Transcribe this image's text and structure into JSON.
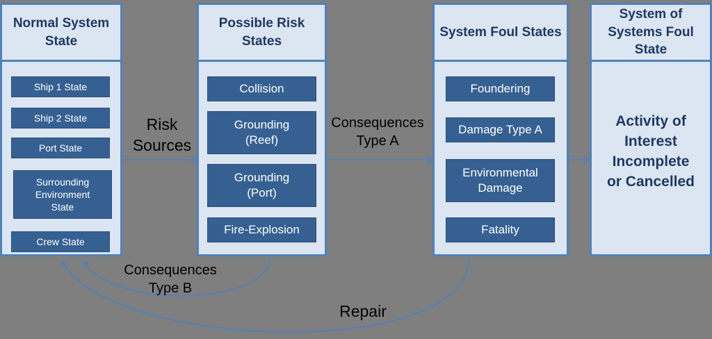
{
  "columns": {
    "normal": {
      "title": "Normal System State",
      "items": [
        "Ship 1 State",
        "Ship 2 State",
        "Port State",
        "Surrounding Environment State",
        "Crew State"
      ]
    },
    "risk": {
      "title": "Possible Risk States",
      "items": [
        "Collision",
        "Grounding (Reef)",
        "Grounding (Port)",
        "Fire-Explosion"
      ]
    },
    "foul": {
      "title": "System Foul States",
      "items": [
        "Foundering",
        "Damage Type A",
        "Environmental Damage",
        "Fatality"
      ]
    },
    "sos": {
      "title": "System of Systems Foul State",
      "body": "Activity of Interest Incomplete or Cancelled"
    }
  },
  "labels": {
    "risk_sources": "Risk Sources",
    "consequences_a": "Consequences Type A",
    "consequences_b": "Consequences Type B",
    "repair": "Repair"
  },
  "colors": {
    "background": "#7f7f7f",
    "panel": "#dce6f2",
    "border": "#4f81bd",
    "box": "#366092",
    "title_text": "#1f3864"
  }
}
